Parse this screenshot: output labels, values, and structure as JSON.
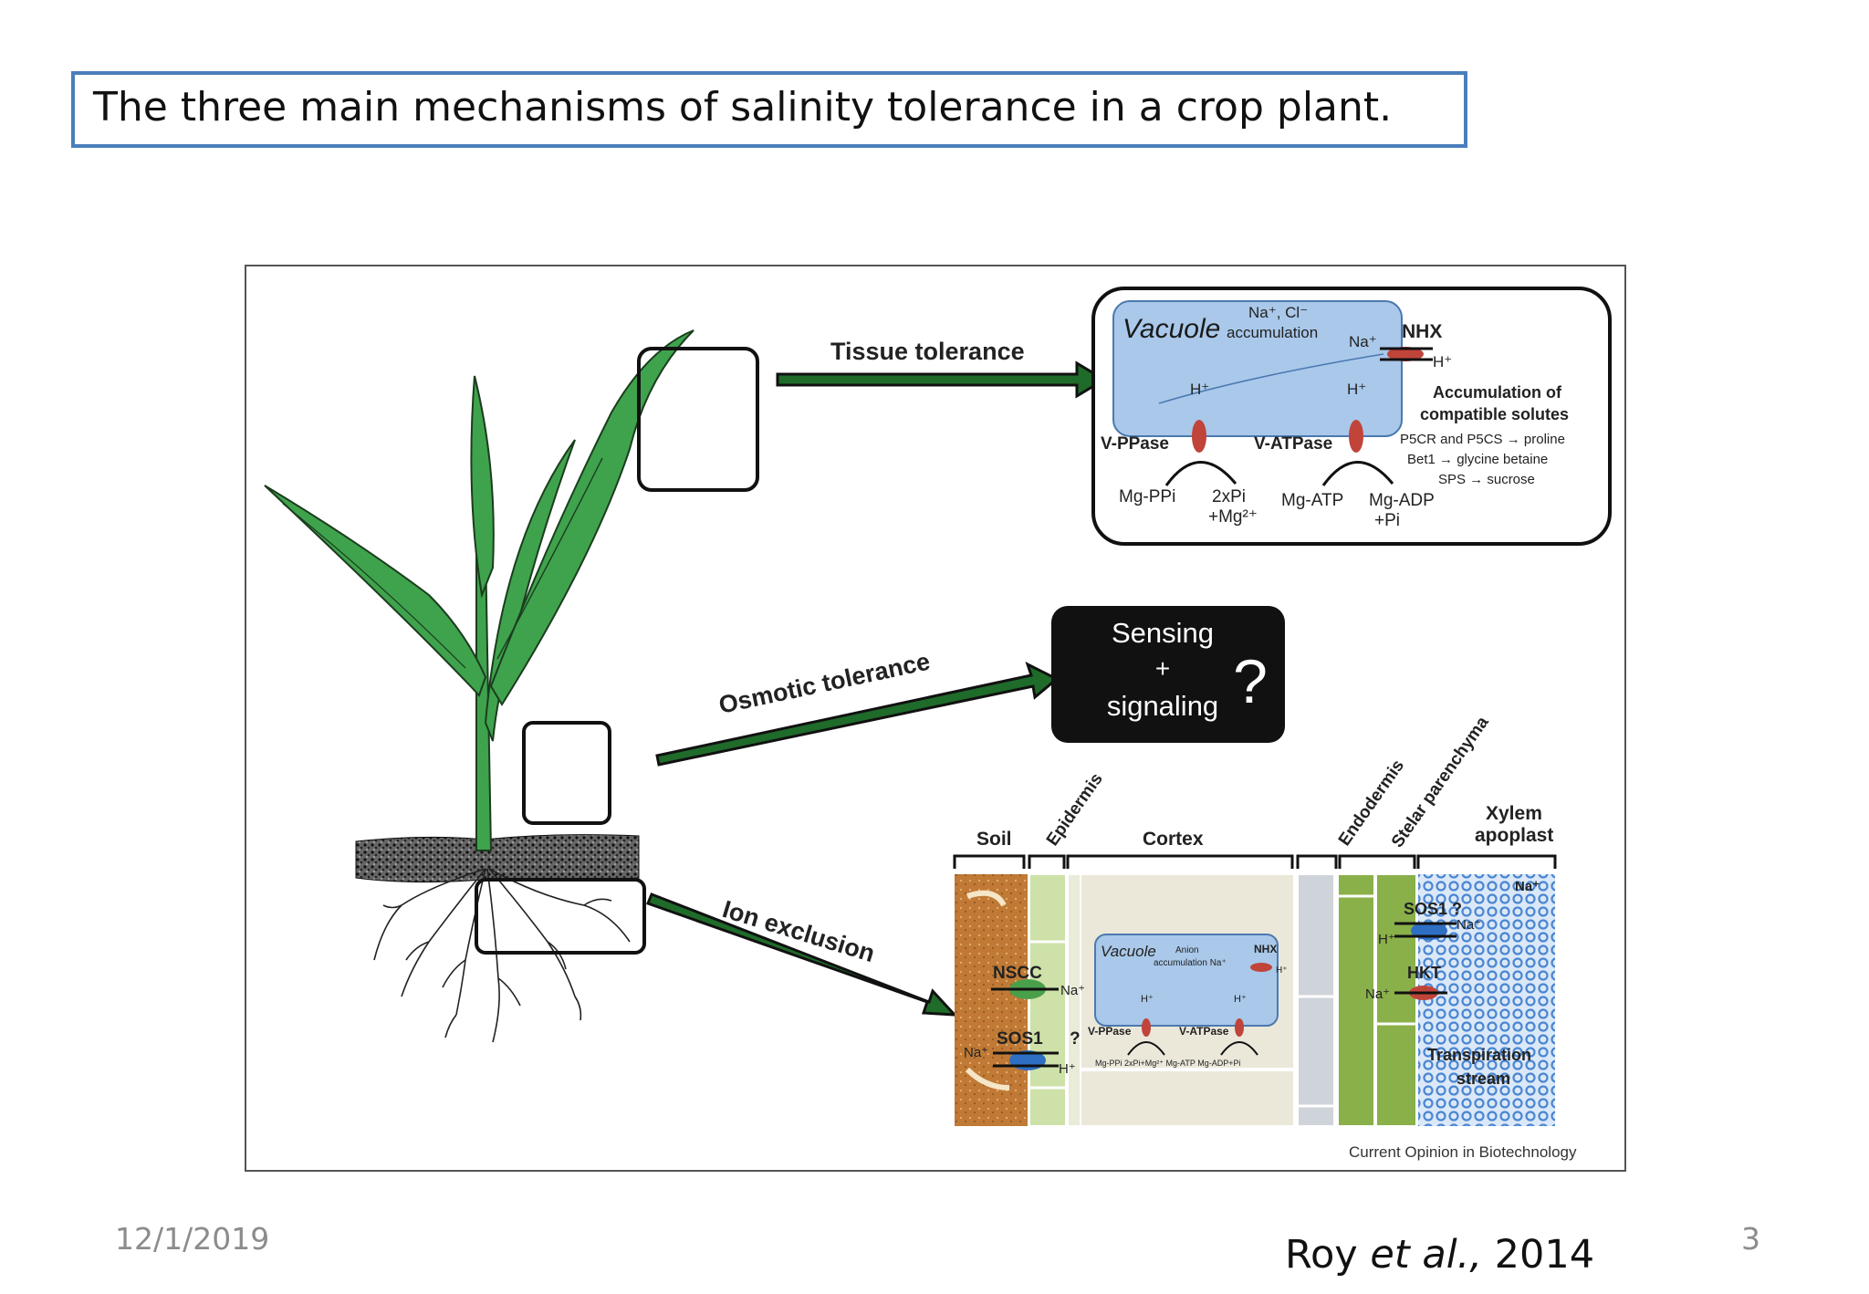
{
  "slide": {
    "title": "The three main mechanisms of salinity tolerance in a crop plant.",
    "date": "12/1/2019",
    "page_number": "3",
    "citation": {
      "author": "Roy",
      "etal": "et al.,",
      "year": "2014"
    }
  },
  "figure": {
    "arrows": {
      "tissue": "Tissue tolerance",
      "osmotic": "Osmotic tolerance",
      "ion": "Ion exclusion"
    },
    "tissue_panel": {
      "vacuole": "Vacuole",
      "na_cl": "Na⁺, Cl⁻",
      "accumulation": "accumulation",
      "na": "Na⁺",
      "nhx": "NHX",
      "h": "H⁺",
      "h1": "H⁺",
      "h2": "H⁺",
      "vppase": "V-PPase",
      "vatpase": "V-ATPase",
      "mgppi": "Mg-PPi",
      "twopi": "2xPi",
      "mg2": "+Mg²⁺",
      "mgatp": "Mg-ATP",
      "mgadp": "Mg-ADP",
      "pi": "+Pi",
      "compat1": "Accumulation of",
      "compat2": "compatible solutes",
      "solute1": "P5CR and P5CS → proline",
      "solute2": "Bet1 → glycine betaine",
      "solute3": "SPS → sucrose"
    },
    "sensing_box": {
      "line1": "Sensing",
      "plus": "+",
      "line2": "signaling",
      "question": "?"
    },
    "root_panel": {
      "soil": "Soil",
      "epidermis": "Epidermis",
      "cortex": "Cortex",
      "endodermis": "Endodermis",
      "stelar": "Stelar parenchyma",
      "xylem1": "Xylem",
      "xylem2": "apoplast",
      "nscc": "NSCC",
      "na_nscc": "Na⁺",
      "sos1": "SOS1",
      "q1": "?",
      "na_sos1": "Na⁺",
      "h_sos1": "H⁺",
      "vacuole": "Vacuole",
      "anion1": "Anion",
      "anion2": "accumulation Na⁺",
      "nhx": "NHX",
      "nhx_h": "H⁺",
      "h1": "H⁺",
      "h2": "H⁺",
      "vppase": "V-PPase",
      "vatpase": "V-ATPase",
      "bottom_row": "Mg-PPi  2xPi+Mg²⁺  Mg-ATP  Mg-ADP+Pi",
      "xylem_na": "Na⁺",
      "sos1b": "SOS1 ?",
      "na_sos1b": "Na⁺",
      "h_sos1b": "H⁺",
      "hkt": "HKT",
      "na_hkt": "Na⁺",
      "transp1": "Transpiration",
      "transp2": "stream"
    },
    "source": "Current Opinion in Biotechnology"
  },
  "colors": {
    "title_border": "#4a7ebb",
    "leaf": "#3fa34d",
    "vacuole": "#a9c8ea",
    "soil": "#c07a35",
    "xylem": "#5b8fd6",
    "endodermis": "#8ab04a",
    "transporter": "#c0443a",
    "arrow_fill": "#1f6b2a"
  }
}
